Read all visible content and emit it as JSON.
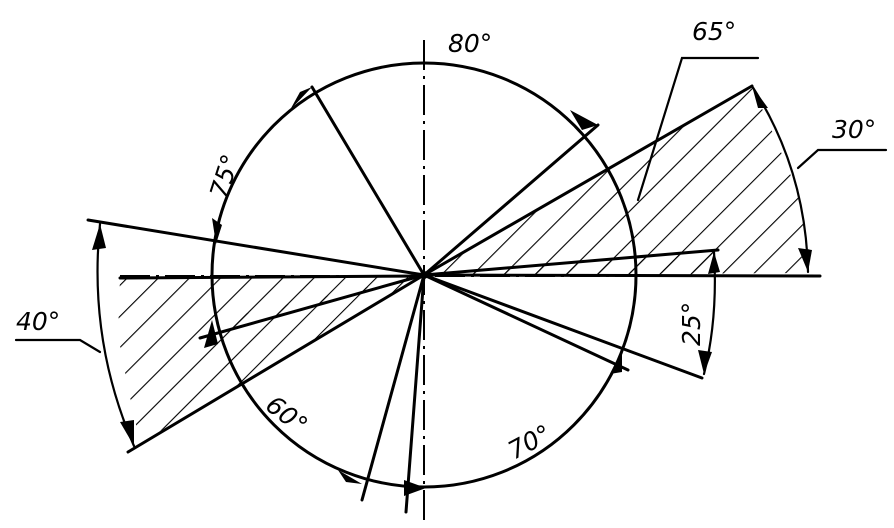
{
  "labels": {
    "a80": "80°",
    "a65": "65°",
    "a30": "30°",
    "a75": "75°",
    "a40": "40°",
    "a25": "25°",
    "a60": "60°",
    "a70": "70°"
  }
}
